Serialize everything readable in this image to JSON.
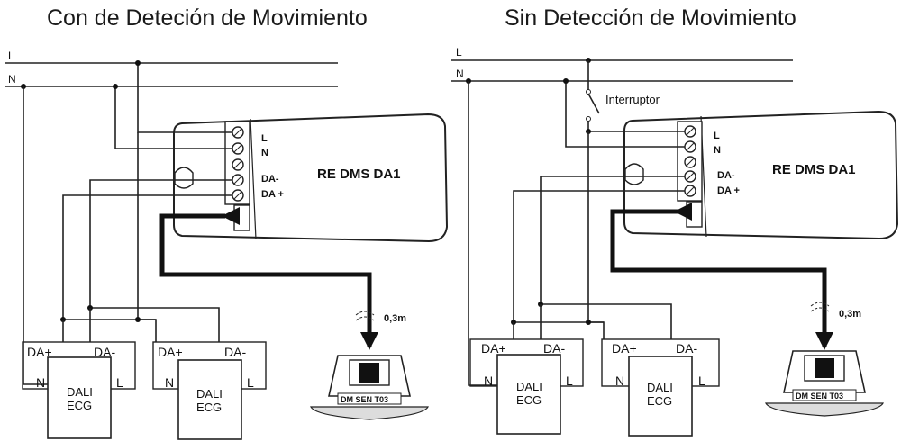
{
  "titles": {
    "left": "Con de Deteción de Movimiento",
    "right": "Sin Detección de Movimiento"
  },
  "lines": {
    "live": "L",
    "neutral": "N"
  },
  "driver": {
    "model": "RE DMS DA1",
    "terminal_l": "L",
    "terminal_n": "N",
    "terminal_da_minus": "DA-",
    "terminal_da_plus": "DA +"
  },
  "ecg": {
    "line1": "DALI",
    "line2": "ECG",
    "da_plus": "DA+",
    "da_minus": "DA-",
    "n": "N",
    "l": "L"
  },
  "sensor": {
    "model": "DM SEN T03",
    "cable_length": "0,3m"
  },
  "switch_label": "Interruptor"
}
